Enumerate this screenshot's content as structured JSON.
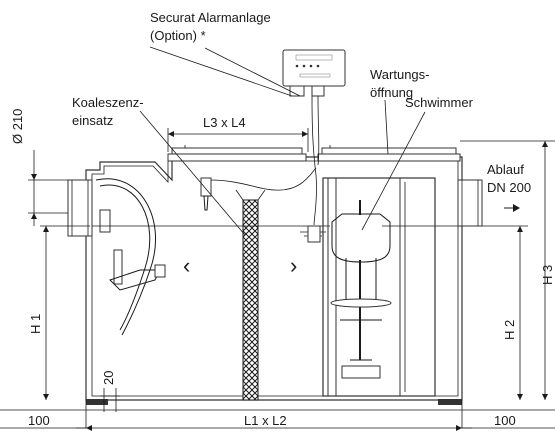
{
  "labels": {
    "alarm_line1": "Securat Alarmanlage",
    "alarm_line2": "(Option) *",
    "coalescence_line1": "Koaleszenz-",
    "coalescence_line2": "einsatz",
    "maintenance_line1": "Wartungs-",
    "maintenance_line2": "öffnung",
    "float": "Schwimmer",
    "outlet_line1": "Ablauf",
    "outlet_line2": "DN 200"
  },
  "dimensions": {
    "diameter": "Ø 210",
    "l3_l4": "L3 x L4",
    "h1": "H 1",
    "h2": "H 2",
    "h3": "H 3",
    "d20": "20",
    "left_100": "100",
    "l1_l2": "L1 x L2",
    "right_100": "100"
  },
  "navigation": {
    "prev": "‹",
    "next": "›"
  }
}
